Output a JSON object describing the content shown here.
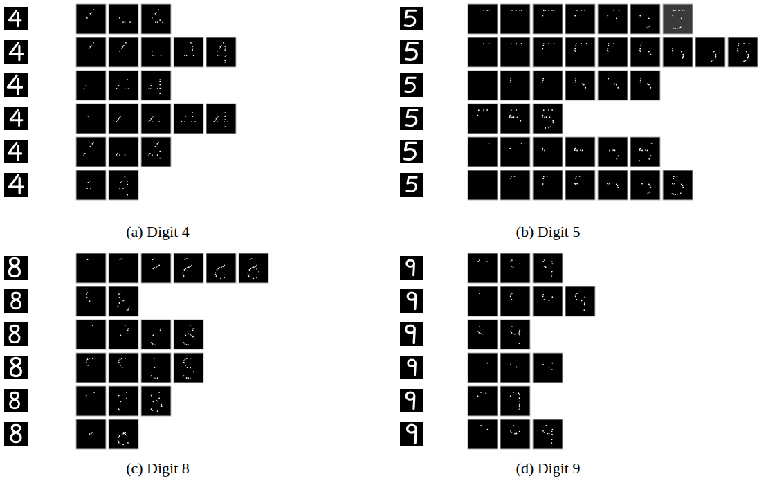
{
  "diagram": {
    "labels": [
      "(a) Digit 4",
      "(b) Digit 5",
      "(c) Digit 8",
      "(d) Digit 9"
    ]
  }
}
